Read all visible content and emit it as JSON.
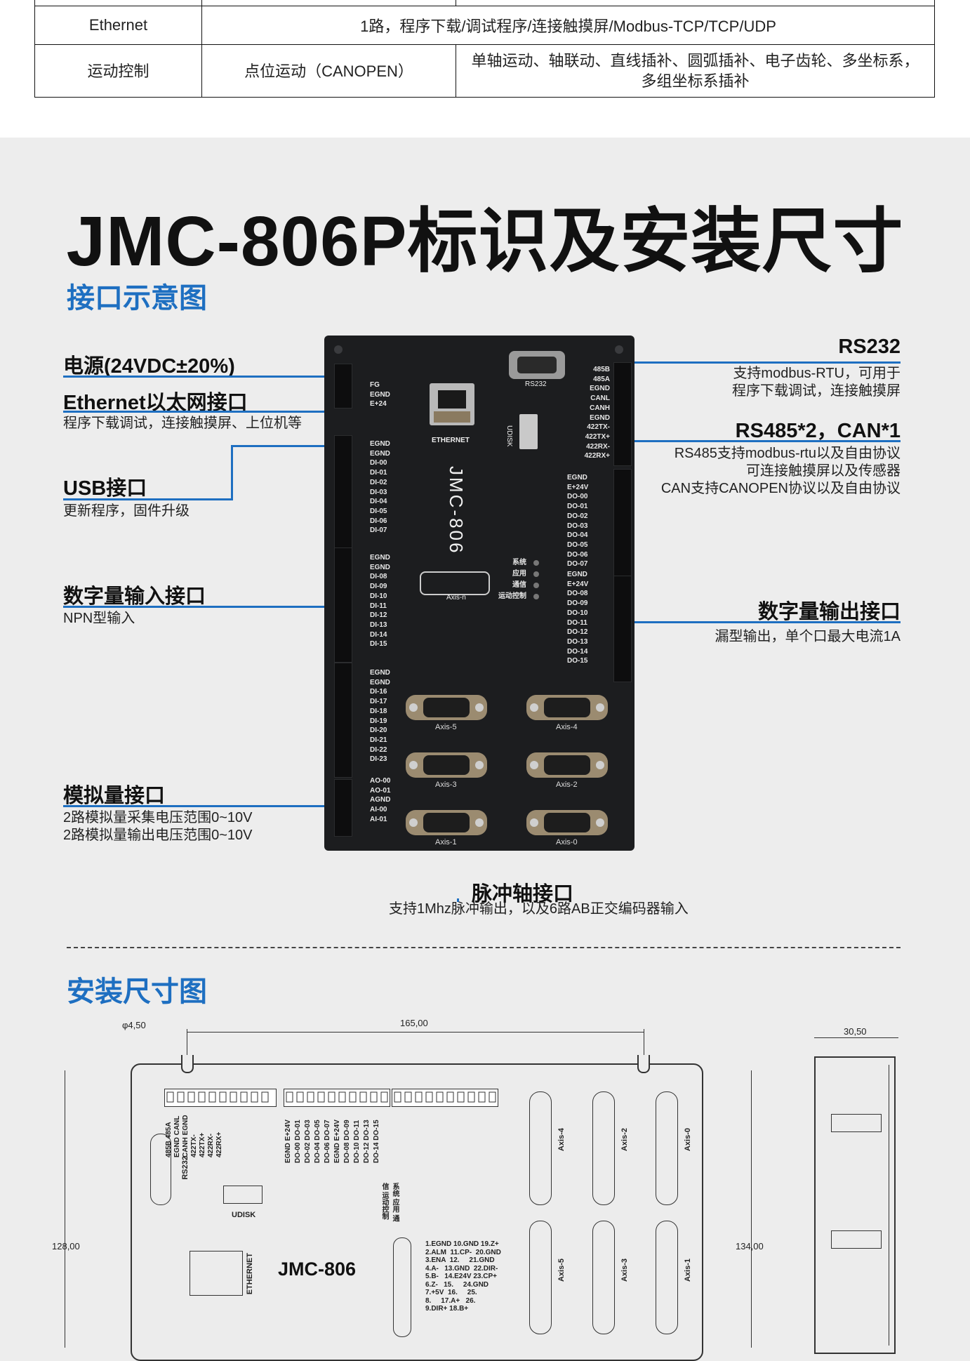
{
  "spec_table": {
    "rows": [
      {
        "cells": [
          "Ethernet",
          "1路，程序下载/调试程序/连接触摸屏/Modbus-TCP/TCP/UDP"
        ]
      },
      {
        "cells": [
          "运动控制",
          "点位运动（CANOPEN）",
          "单轴运动、轴联动、直线插补、圆弧插补、电子齿轮、多坐标系，多组坐标系插补"
        ]
      }
    ]
  },
  "title": "JMC-806P标识及安装尺寸",
  "section_interface": "接口示意图",
  "section_install": "安装尺寸图",
  "callouts": {
    "power": {
      "label": "电源(24VDC±20%)"
    },
    "ethernet": {
      "label": "Ethernet以太网接口",
      "desc": "程序下载调试，连接触摸屏、上位机等"
    },
    "usb": {
      "label": "USB接口",
      "desc": "更新程序，固件升级"
    },
    "din": {
      "label": "数字量输入接口",
      "desc": "NPN型输入"
    },
    "analog": {
      "label": "模拟量接口",
      "desc1": "2路模拟量采集电压范围0~10V",
      "desc2": "2路模拟量输出电压范围0~10V"
    },
    "rs232": {
      "label": "RS232",
      "desc1": "支持modbus-RTU，可用于",
      "desc2": "程序下载调试，连接触摸屏"
    },
    "rs485": {
      "label": "RS485*2，CAN*1",
      "desc1": "RS485支持modbus-rtu以及自由协议",
      "desc2": "可连接触摸屏以及传感器",
      "desc3": "CAN支持CANOPEN协议以及自由协议"
    },
    "dout": {
      "label": "数字量输出接口",
      "desc": "漏型输出，单个口最大电流1A"
    },
    "pulse": {
      "label": "脉冲轴接口",
      "desc": "支持1Mhz脉冲输出，以及6路AB正交编码器输入"
    }
  },
  "device": {
    "model": "JMC-806",
    "ethernet_label": "ETHERNET",
    "rs232_label": "RS232",
    "udisk_label": "UDISK",
    "power_pins": "FG\nEGND\nE+24",
    "din_a": "EGND\nEGND\nDI-00\nDI-01\nDI-02\nDI-03\nDI-04\nDI-05\nDI-06\nDI-07",
    "din_b": "EGND\nEGND\nDI-08\nDI-09\nDI-10\nDI-11\nDI-12\nDI-13\nDI-14\nDI-15",
    "din_c": "EGND\nEGND\nDI-16\nDI-17\nDI-18\nDI-19\nDI-20\nDI-21\nDI-22\nDI-23",
    "ain": "AO-00\nAO-01\nAGND\nAI-00\nAI-01",
    "comm": "485B\n485A\nEGND\nCANL\nCANH\nEGND\n422TX-\n422TX+\n422RX-\n422RX+",
    "dout_a": "EGND\nE+24V\nDO-00\nDO-01\nDO-02\nDO-03\nDO-04\nDO-05\nDO-06\nDO-07",
    "dout_b": "EGND\nE+24V\nDO-08\nDO-09\nDO-10\nDO-11\nDO-12\nDO-13\nDO-14\nDO-15",
    "leds": "系统\n应用\n通信\n运动控制",
    "axis_n": "Axis-n",
    "axes": [
      "Axis-5",
      "Axis-4",
      "Axis-3",
      "Axis-2",
      "Axis-1",
      "Axis-0"
    ]
  },
  "dimensions": {
    "hole": "φ4,50",
    "width": "165,00",
    "height_left": "128,00",
    "height_right": "134,00",
    "depth": "30,50"
  },
  "drawing": {
    "model": "JMC-806",
    "rs232": "RS232",
    "udisk": "UDISK",
    "ethernet": "ETHERNET",
    "comm_pins": "485B 485A EGND CANL CANH EGND 422TX- 422TX+ 422RX- 422RX+",
    "dout_pins": "EGND E+24V DO-00 DO-01 DO-02 DO-03 DO-04 DO-05 DO-06 DO-07 EGND E+24V DO-08 DO-09 DO-10 DO-11 DO-12 DO-13 DO-14 DO-15",
    "leds": "系统 应用 通信 运动控制",
    "pinout": "1.EGND 10.GND 19.Z+\n2.ALM  11.CP-  20.GND\n3.ENA  12.     21.GND\n4.A-   13.GND  22.DIR-\n5.B-   14.E24V 23.CP+\n6.Z-   15.     24.GND\n7.+5V  16.     25.\n8.     17.A+   26.\n9.DIR+ 18.B+",
    "axes_top": [
      "Axis-4",
      "Axis-2",
      "Axis-0"
    ],
    "axes_bottom": [
      "Axis-5",
      "Axis-3",
      "Axis-1"
    ]
  }
}
